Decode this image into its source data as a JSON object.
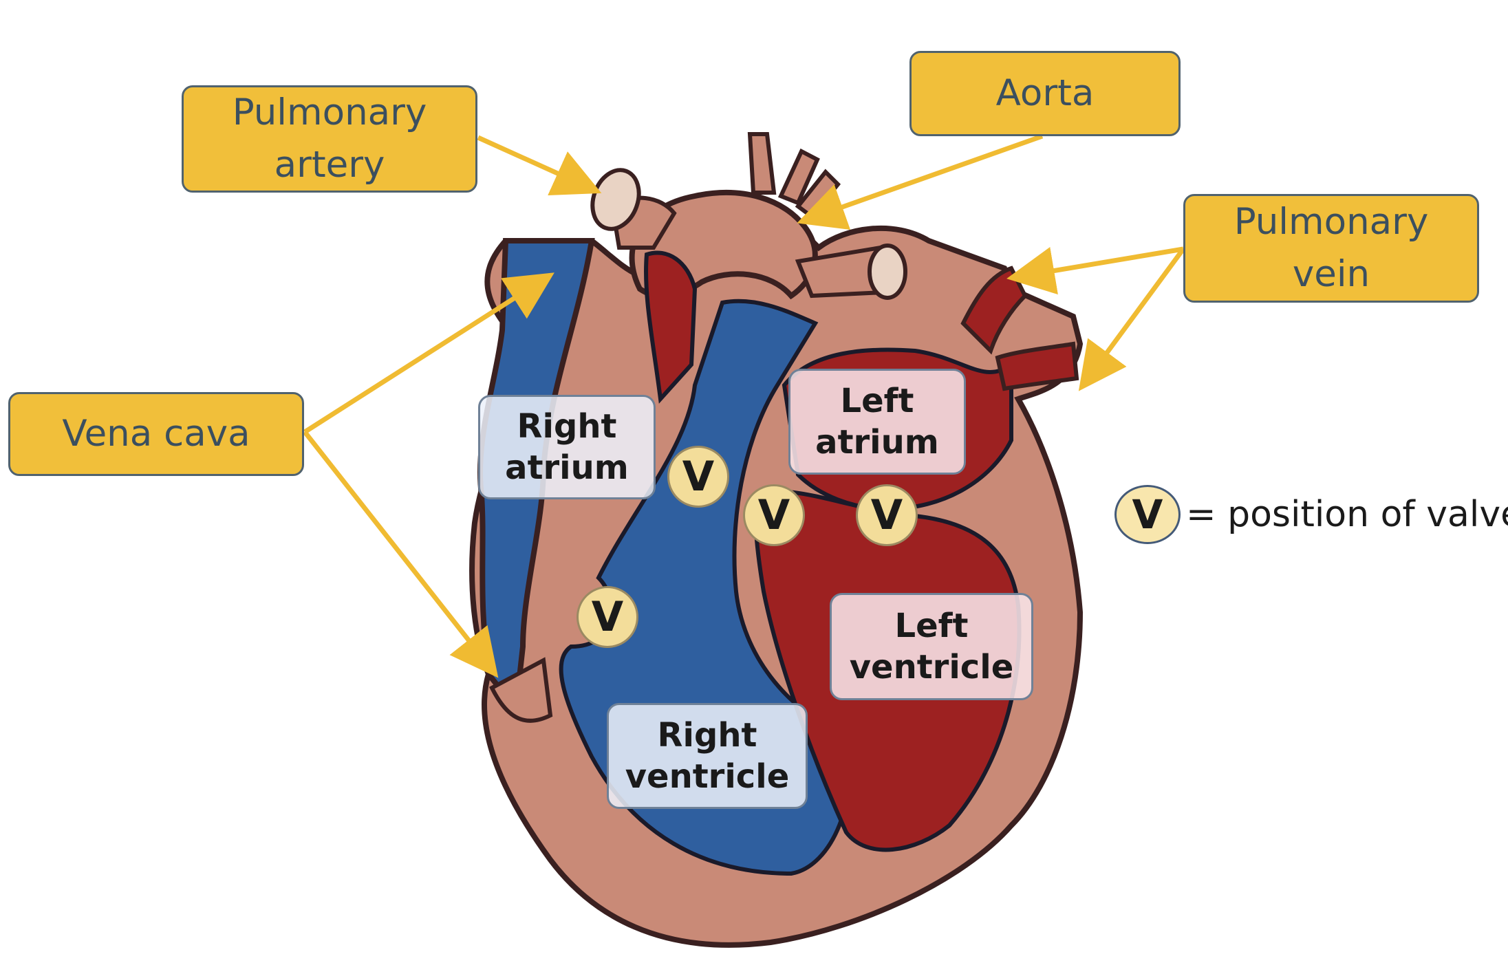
{
  "labels": {
    "pulmonary_artery": "Pulmonary\nartery",
    "aorta": "Aorta",
    "pulmonary_vein": "Pulmonary\nvein",
    "vena_cava": "Vena cava"
  },
  "chambers": {
    "right_atrium": "Right\natrium",
    "left_atrium": "Left\natrium",
    "left_ventricle": "Left\nventricle",
    "right_ventricle": "Right\nventricle"
  },
  "valve_symbol": "V",
  "legend": {
    "symbol": "V",
    "text": "= position of valve"
  },
  "colors": {
    "label_fill": "#f1bf3a",
    "label_border": "#50626e",
    "arrow": "#f0bb32",
    "deoxygenated_blood": "#2f5f9f",
    "oxygenated_blood": "#9d2121",
    "heart_wall": "#c98a77",
    "valve_fill": "#f3dd9a"
  }
}
